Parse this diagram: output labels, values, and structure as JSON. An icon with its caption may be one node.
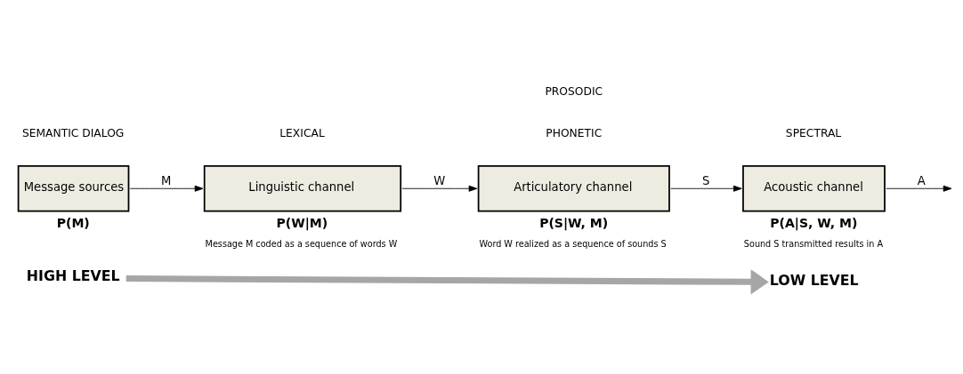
{
  "diagram": {
    "nodes": [
      {
        "text": [
          "HIGH LEVEL"
        ]
      },
      {
        "text": [
          "LOW LEVEL"
        ]
      },
      {
        "text": [
          "Message sources"
        ],
        "beside": [
          "P(M)"
        ]
      },
      {
        "text": [
          "Linguistic channel"
        ],
        "beside": [
          "P(W|M)",
          "Message M coded as a sequence of words W"
        ]
      },
      {
        "text": [
          "Articulatory channel"
        ],
        "beside": [
          "P(S|W, M)",
          "Word W realized as a sequence of sounds S"
        ]
      },
      {
        "text": [
          "Acoustic channel"
        ],
        "beside": [
          "P(A|S, W, M)",
          "Sound S transmitted results in A"
        ]
      }
    ],
    "edges": [
      {
        "from": 0,
        "to": 1,
        "arrow": "to",
        "style": "thick",
        "color": "#a6a6a6"
      },
      {
        "from": 2,
        "to": 3,
        "arrow": "to",
        "label": "M"
      },
      {
        "from": 3,
        "to": 4,
        "arrow": "to",
        "label": "W"
      },
      {
        "from": 4,
        "to": 5,
        "arrow": "to",
        "label": "S"
      },
      {
        "from": 5,
        "to": null,
        "arrow": "to",
        "label": "A"
      }
    ],
    "labels": [
      "SEMANTIC DIALOG",
      "LEXICAL",
      "PHONETIC",
      "PROSODIC",
      "SPECTRAL"
    ]
  }
}
